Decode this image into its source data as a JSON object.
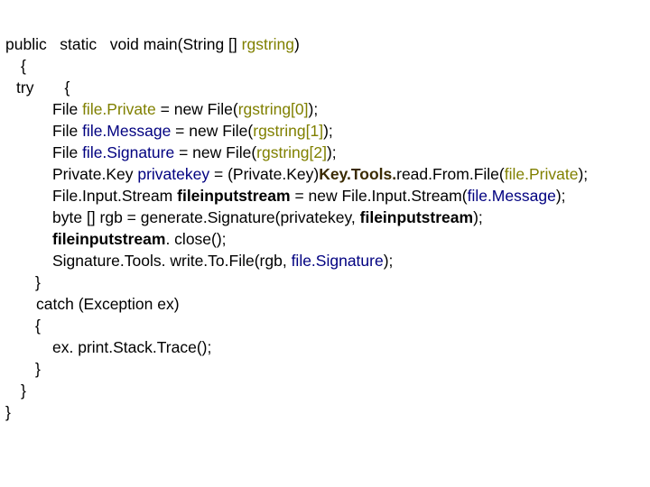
{
  "code": {
    "l1": {
      "a": "public   static   void main(String [] ",
      "b": "rgstring",
      "c": ")"
    },
    "l2": {
      "a": "{"
    },
    "l3": {
      "a": "try       {"
    },
    "l4": {
      "a": "File ",
      "b": "file.Private",
      "c": " = new File(",
      "d": "rgstring[0]",
      "e": ");"
    },
    "l5": {
      "a": "File ",
      "b": "file.Message",
      "c": " = new File(",
      "d": "rgstring[1]",
      "e": ");"
    },
    "l6": {
      "a": "File ",
      "b": "file.Signature",
      "c": " = new File(",
      "d": "rgstring[2]",
      "e": ");"
    },
    "l7": {
      "a": "Private.Key ",
      "b": "privatekey",
      "c": " = (Private.Key)",
      "d": "Key.Tools.",
      "e": "read.From.File(",
      "f": "file.Private",
      "g": ");"
    },
    "l8": {
      "a": "File.Input.Stream ",
      "b": "fileinputstream",
      "c": " = new File.Input.Stream(",
      "d": "file.Message",
      "e": ");"
    },
    "l9": {
      "a": "byte [] rgb = generate.Signature(privatekey, ",
      "b": "fileinputstream",
      "c": ");"
    },
    "l10": {
      "a": "fileinputstream",
      "b": ". close();"
    },
    "l11": {
      "a": "Signature.Tools. write.To.File(rgb, ",
      "b": "file.Signature",
      "c": ");"
    },
    "l12": {
      "a": "}"
    },
    "l13": {
      "a": "catch (Exception ex)"
    },
    "l14": {
      "a": "{"
    },
    "l15": {
      "a": "ex. print.Stack.Trace();"
    },
    "l16": {
      "a": "}"
    },
    "l17": {
      "a": "}"
    },
    "l18": {
      "a": "}"
    }
  },
  "colors": {
    "identifier": "#808000",
    "keyword_class": "#000080",
    "text": "#000000",
    "background": "#ffffff"
  }
}
